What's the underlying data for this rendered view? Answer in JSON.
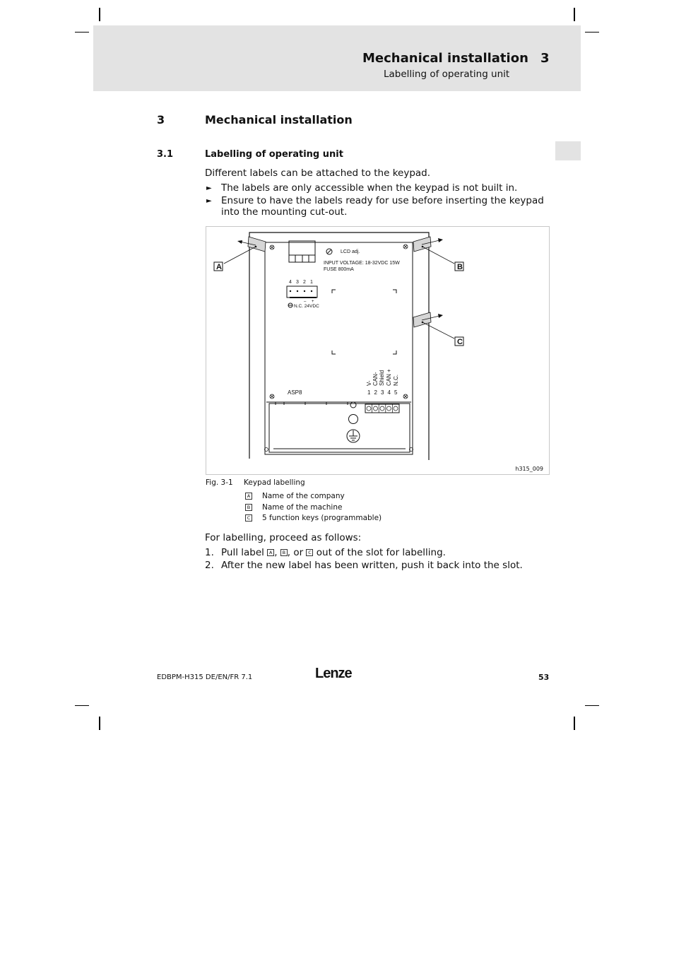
{
  "header": {
    "title": "Mechanical installation",
    "chapter": "3",
    "subtitle": "Labelling of operating unit"
  },
  "section": {
    "number": "3",
    "title": "Mechanical installation"
  },
  "subsection": {
    "number": "3.1",
    "title": "Labelling of operating unit"
  },
  "intro": "Different labels can be attached to the keypad.",
  "bullets": [
    "The labels are only accessible when the keypad is not built in.",
    "Ensure to have the labels ready for use before inserting the keypad into the mounting cut-out."
  ],
  "bullet_symbol": "►",
  "figure": {
    "id": "h315_009",
    "callouts": [
      "A",
      "B",
      "C"
    ],
    "board": {
      "lcd": "LCD adj.",
      "input_voltage": "INPUT  VOLTAGE: 18-32VDC 15W",
      "fuse": "FUSE  800mA",
      "pins_top": [
        "4",
        "3",
        "2",
        "1"
      ],
      "pin_polarity": [
        "–",
        "+"
      ],
      "pin_labels": "N.C.  24VDC",
      "asp": "ASP8",
      "terminal_labels": [
        "V-",
        "CAN-",
        "Shield",
        "CAN +",
        "N.C."
      ],
      "terminal_numbers": [
        "1",
        "2",
        "3",
        "4",
        "5"
      ]
    },
    "caption_number": "Fig. 3-1",
    "caption_text": "Keypad labelling",
    "legend": [
      {
        "key": "A",
        "text": "Name of the company"
      },
      {
        "key": "B",
        "text": "Name of the machine"
      },
      {
        "key": "C",
        "text": "5 function keys (programmable)"
      }
    ]
  },
  "procedure": {
    "intro": "For labelling, proceed as follows:",
    "steps": [
      {
        "n": "1.",
        "pre": "Pull label ",
        "k1": "A",
        "sep1": ", ",
        "k2": "B",
        "sep2": ", or ",
        "k3": "C",
        "post": " out of the slot for labelling."
      },
      {
        "n": "2.",
        "text": "After the new label has been written, push it back into the slot."
      }
    ]
  },
  "footer": {
    "doc": "EDBPM-H315  DE/EN/FR  7.1",
    "logo": "Lenze",
    "page": "53"
  }
}
